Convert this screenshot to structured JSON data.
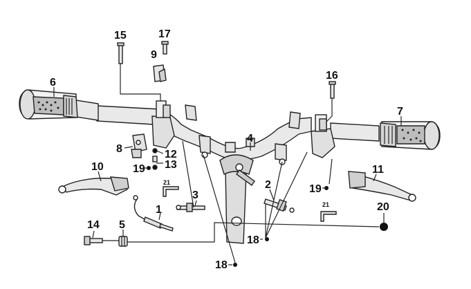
{
  "callouts": {
    "p1": "1",
    "p2": "2",
    "p3": "3",
    "p4": "4",
    "p5": "5",
    "p6": "6",
    "p7": "7",
    "p8": "8",
    "p9": "9",
    "p10": "10",
    "p11": "11",
    "p12": "12",
    "p13": "13",
    "p14": "14",
    "p15": "15",
    "p16": "16",
    "p17": "17",
    "p18a": "18",
    "p18b": "18",
    "p19a": "19",
    "p19b": "19",
    "p20": "20",
    "p21a": "21",
    "p21b": "21"
  },
  "colors": {
    "stroke": "#222222",
    "fill_light": "#e6e6e6",
    "fill_mid": "#bdbdbd",
    "fill_dark": "#111111"
  }
}
